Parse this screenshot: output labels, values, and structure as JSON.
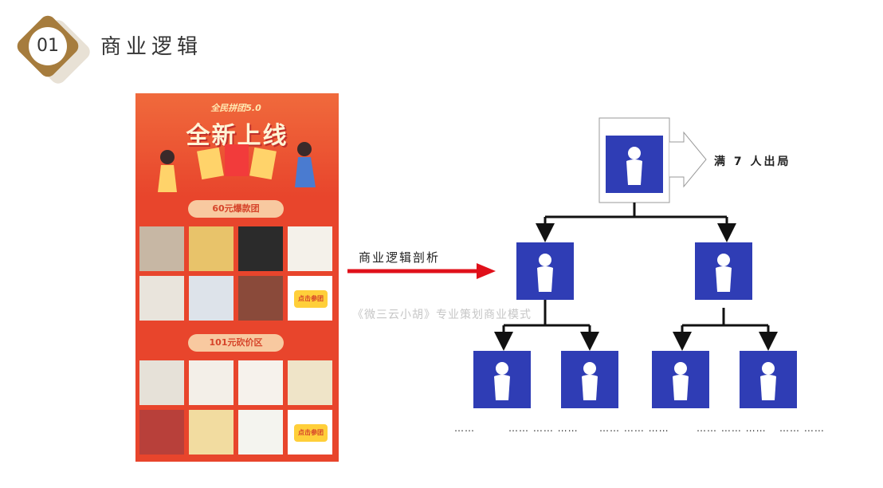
{
  "header": {
    "section_number": "01",
    "title": "商业逻辑"
  },
  "poster": {
    "subtitle": "全民拼团5.0",
    "headline": "全新上线",
    "zone1_label": "60元爆款团",
    "zone2_label": "101元砍价区",
    "cta_label": "点击参团"
  },
  "diagram": {
    "arrow_label": "商业逻辑剖析",
    "watermark": "《微三云小胡》专业策划商业模式",
    "exit_label": "满 7 人出局",
    "ellipsis": [
      "……",
      "……  ……  ……",
      "……  ……  ……",
      "……  ……  ……",
      "……  ……"
    ],
    "colors": {
      "node": "#2f3db5",
      "arrow": "#e0101a",
      "line": "#111111"
    },
    "icons": {
      "node_icon": "person-icon"
    }
  }
}
